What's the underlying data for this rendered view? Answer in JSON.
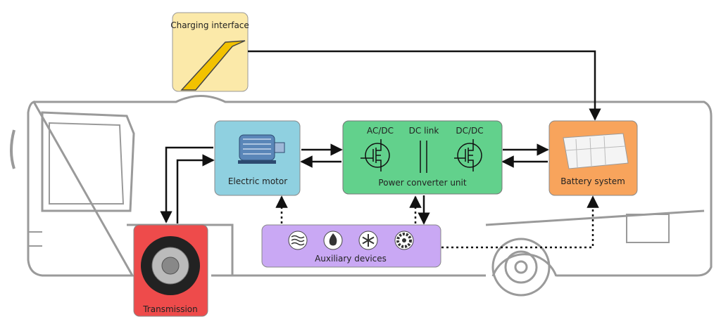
{
  "labels": {
    "charging": "Charging interface",
    "motor": "Electric motor",
    "converter": "Power converter unit",
    "acdc": "AC/DC",
    "dclink": "DC link",
    "dcdc": "DC/DC",
    "battery": "Battery system",
    "auxiliary": "Auxiliary devices",
    "transmission": "Transmission"
  },
  "colors": {
    "charging": "#fbe9a9",
    "motor": "#8fd0e0",
    "converter": "#62d18c",
    "battery": "#f8a45c",
    "auxiliary": "#c9a8f4",
    "transmission": "#ee4b4b",
    "bus_outline": "#9a9a9a"
  },
  "auxiliary_icons": [
    "air-flow-icon",
    "flame-icon",
    "snowflake-icon",
    "fan-icon"
  ]
}
